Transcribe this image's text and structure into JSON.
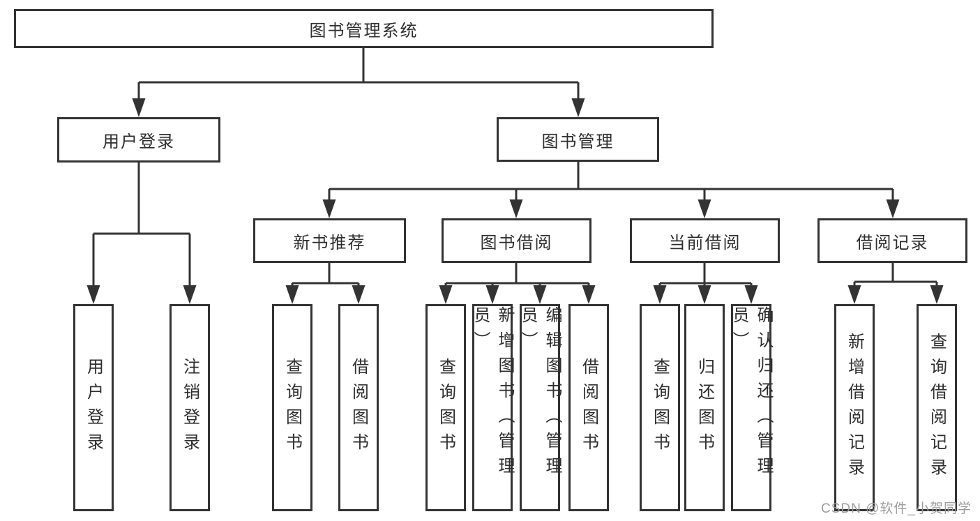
{
  "tree": {
    "root": {
      "label": "图书管理系统"
    },
    "user_login": {
      "label": "用户登录",
      "children": {
        "login": {
          "label": "用户登录"
        },
        "logout": {
          "label": "注销登录"
        }
      }
    },
    "book_management": {
      "label": "图书管理",
      "children": {
        "new_book_recommend": {
          "label": "新书推荐",
          "children": {
            "query_books": {
              "label": "查询图书"
            },
            "borrow_books": {
              "label": "借阅图书"
            }
          }
        },
        "book_borrow": {
          "label": "图书借阅",
          "children": {
            "query_books": {
              "label": "查询图书"
            },
            "add_books": {
              "label": "新增图书（管理员）"
            },
            "edit_books": {
              "label": "编辑图书（管理员）"
            },
            "borrow_books": {
              "label": "借阅图书"
            }
          }
        },
        "current_borrow": {
          "label": "当前借阅",
          "children": {
            "query_books": {
              "label": "查询图书"
            },
            "return_books": {
              "label": "归还图书"
            },
            "confirm_return": {
              "label": "确认归还（管理员）"
            }
          }
        },
        "borrow_records": {
          "label": "借阅记录",
          "children": {
            "add_record": {
              "label": "新增借阅记录"
            },
            "query_record": {
              "label": "查询借阅记录"
            }
          }
        }
      }
    }
  },
  "watermark": {
    "text": "CSDN @软件_小贺同学",
    "color": "#9c9c9c"
  },
  "colors": {
    "line": "#333333",
    "box_border": "#333333",
    "text": "#2e2e2e",
    "background": "#ffffff"
  }
}
